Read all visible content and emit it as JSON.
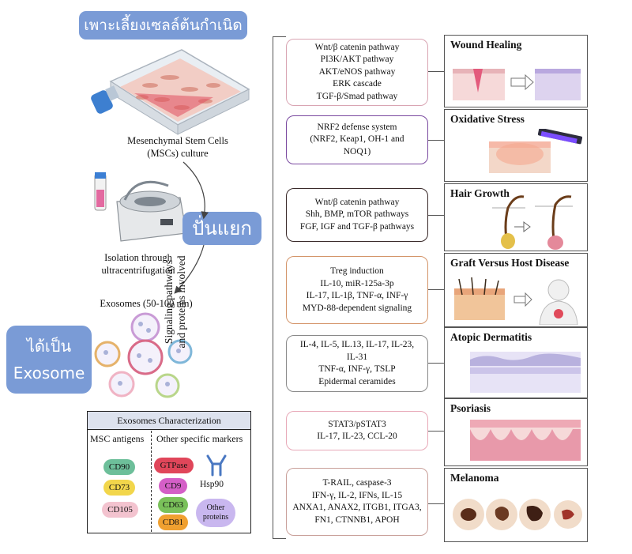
{
  "left": {
    "culture_label": "เพาะเลี้ยงเซลล์ต้นกำเนิด",
    "msc_caption": "Mesenchymal Stem  Cells\n(MSCs) culture",
    "centrifuge_label": "ปั่นแยก",
    "isolation_caption": "Isolation through\nultracentrifugation",
    "exosome_size_caption": "Exosomes (50-100 nm)",
    "result_label": "ได้เป็น\nExosome"
  },
  "characterization": {
    "title": "Exosomes Characterization",
    "msc_header": "MSC antigens",
    "other_header": "Other specific markers",
    "msc_markers": [
      "CD90",
      "CD73",
      "CD105"
    ],
    "other_markers": [
      "GTPase",
      "CD9",
      "CD63",
      "CD81"
    ],
    "hsp_label": "Hsp90",
    "other_proteins": "Other\nproteins",
    "colors": {
      "CD90": "#6dbf9a",
      "CD73": "#f2d64b",
      "CD105": "#f3c3cf",
      "GTPase": "#e0465a",
      "CD9": "#d45fc7",
      "CD63": "#7ac15a",
      "CD81": "#f0a030",
      "other_proteins": "#c9b7ef"
    }
  },
  "vertical_label": "Signaling pathways\nand proteins involved",
  "pathways": [
    {
      "text": "Wnt/β catenin pathway\nPI3K/AKT  pathway\nAKT/eNOS pathway\nERK cascade\nTGF-β/Smad pathway",
      "border": "#d9a5b3"
    },
    {
      "text": "NRF2 defense system\n(NRF2, Keap1, OH-1 and\nNOQ1)",
      "border": "#7a4aa0"
    },
    {
      "text": "Wnt/β catenin pathway\nShh, BMP, mTOR pathways\nFGF,  IGF and TGF-β pathways",
      "border": "#3a2a2a"
    },
    {
      "text": "Treg induction\nIL-10, miR-125a-3p\nIL-17, IL-1β, TNF-α, INF-γ\nMYD-88-dependent signaling",
      "border": "#d4956a"
    },
    {
      "text": "IL-4, IL-5, IL.13, IL-17, IL-23,\nIL-31\nTNF-α, INF-γ, TSLP\nEpidermal ceramides",
      "border": "#8a8a8a"
    },
    {
      "text": "STAT3/pSTAT3\nIL-17, IL-23, CCL-20",
      "border": "#e8a9b8"
    },
    {
      "text": "T-RAIL, caspase-3\nIFN-γ, IL-2, IFNs, IL-15\nANXA1, ANAX2, ITGB1, ITGA3,\nFN1, CTNNB1, APOH",
      "border": "#c9a09a"
    }
  ],
  "diseases": [
    "Wound Healing",
    "Oxidative Stress",
    "Hair Growth",
    "Graft Versus Host Disease",
    "Atopic Dermatitis",
    "Psoriasis",
    "Melanoma"
  ]
}
